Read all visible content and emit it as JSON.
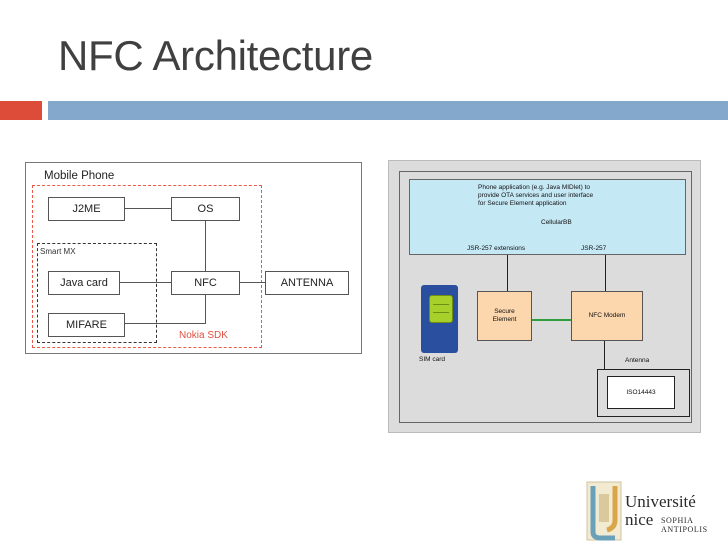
{
  "slide": {
    "title": "NFC Architecture"
  },
  "left_diagram": {
    "mobile_phone_label": "Mobile Phone",
    "smart_mx_label": "Smart MX",
    "nokia_sdk_label": "Nokia SDK",
    "boxes": {
      "j2me": "J2ME",
      "os": "OS",
      "java_card": "Java card",
      "nfc": "NFC",
      "antenna": "ANTENNA",
      "mifare": "MIFARE"
    }
  },
  "right_diagram": {
    "phone_app_line1": "Phone application (e.g. Java MIDlet) to",
    "phone_app_line2": "provide OTA services and user interface",
    "phone_app_line3": "for Secure Element application",
    "cellular": "CellularBB",
    "jsr_ext": "JSR-257 extensions",
    "jsr": "JSR-257",
    "sim_card": "SIM card",
    "secure_element_line1": "Secure",
    "secure_element_line2": "Element",
    "nfc_modem": "NFC Modem",
    "antenna": "Antenna",
    "iso": "ISO14443"
  },
  "logo": {
    "line1": "Université",
    "line2": "nice",
    "line3": "SOPHIA ANTIPOLIS"
  },
  "colors": {
    "accent_red": "#dd4b39",
    "accent_blue": "#84a8cc",
    "nokia_red": "#e05040",
    "phone_app_blue": "#c5e8f5",
    "component_orange": "#fcd6ac",
    "link_green": "#2e9e3e"
  }
}
